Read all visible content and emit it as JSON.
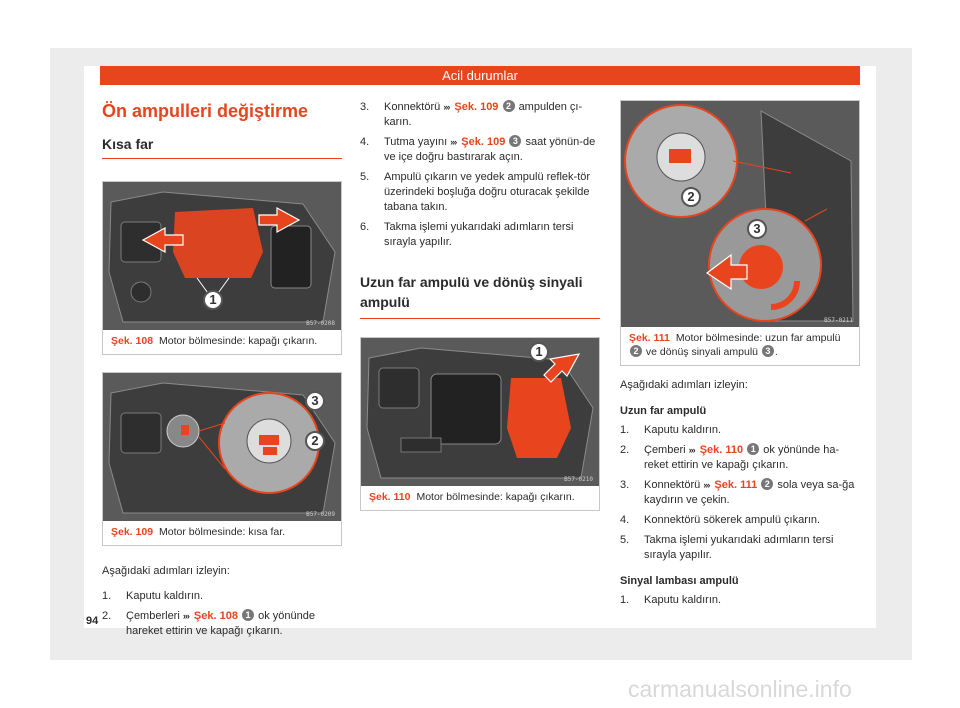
{
  "header": {
    "title": "Acil durumlar"
  },
  "section_title": "Ön ampulleri değiştirme",
  "subsection_kisa": "Kısa far",
  "fig108": {
    "num": "Şek. 108",
    "caption": "Motor bölmesinde: kapağı çıkarın.",
    "code": "B57-0208",
    "callouts": [
      "1"
    ]
  },
  "fig109": {
    "num": "Şek. 109",
    "caption": "Motor bölmesinde: kısa far.",
    "code": "B57-0209",
    "callouts": [
      "3",
      "2"
    ]
  },
  "col1_text": {
    "intro": "Aşağıdaki adımları izleyin:",
    "steps": [
      {
        "num": "1.",
        "text": "Kaputu kaldırın."
      },
      {
        "num": "2.",
        "pre": "Çemberleri",
        "arrows": "›››",
        "ref": "Şek. 108",
        "badge": "1",
        "post": "ok yönünde hareket ettirin ve kapağı çıkarın."
      }
    ]
  },
  "col2_steps": [
    {
      "num": "3.",
      "pre": "Konnektörü",
      "arrows": "›››",
      "ref": "Şek. 109",
      "badge": "2",
      "post": "ampulden çı-karın."
    },
    {
      "num": "4.",
      "pre": "Tutma yayını",
      "arrows": "›››",
      "ref": "Şek. 109",
      "badge": "3",
      "post": "saat yönün-de ve içe doğru bastırarak açın."
    },
    {
      "num": "5.",
      "text": "Ampulü çıkarın ve yedek ampulü reflek-tör üzerindeki boşluğa doğru oturacak şekilde tabana takın."
    },
    {
      "num": "6.",
      "text": "Takma işlemi yukarıdaki adımların tersi sırayla yapılır."
    }
  ],
  "subsection_uzun": "Uzun far ampulü ve dönüş sinyali ampulü",
  "fig110": {
    "num": "Şek. 110",
    "caption": "Motor bölmesinde: kapağı çıkarın.",
    "code": "B57-0210",
    "callouts": [
      "1"
    ]
  },
  "fig111": {
    "num": "Şek. 111",
    "caption_a": "Motor bölmesinde: uzun far ampulü",
    "badge_a": "2",
    "caption_b": "ve dönüş sinyali ampulü",
    "badge_b": "3",
    "code": "B57-0211",
    "callouts": [
      "2",
      "3"
    ]
  },
  "col3_text": {
    "intro": "Aşağıdaki adımları izleyin:",
    "label_uzun": "Uzun far ampulü",
    "steps_uzun": [
      {
        "num": "1.",
        "text": "Kaputu kaldırın."
      },
      {
        "num": "2.",
        "pre": "Çemberi",
        "arrows": "›››",
        "ref": "Şek. 110",
        "badge": "1",
        "post": "ok yönünde ha-reket ettirin ve kapağı çıkarın."
      },
      {
        "num": "3.",
        "pre": "Konnektörü",
        "arrows": "›››",
        "ref": "Şek. 111",
        "badge": "2",
        "post": "sola veya sa-ğa kaydırın ve çekin."
      },
      {
        "num": "4.",
        "text": "Konnektörü sökerek ampulü çıkarın."
      },
      {
        "num": "5.",
        "text": "Takma işlemi yukarıdaki adımların tersi sırayla yapılır."
      }
    ],
    "label_sinyal": "Sinyal lambası ampulü",
    "steps_sinyal": [
      {
        "num": "1.",
        "text": "Kaputu kaldırın."
      }
    ]
  },
  "page_number": "94",
  "watermark": "carmanualsonline.info",
  "colors": {
    "accent": "#e8441e",
    "figure_bg": "#4a4a4a"
  }
}
